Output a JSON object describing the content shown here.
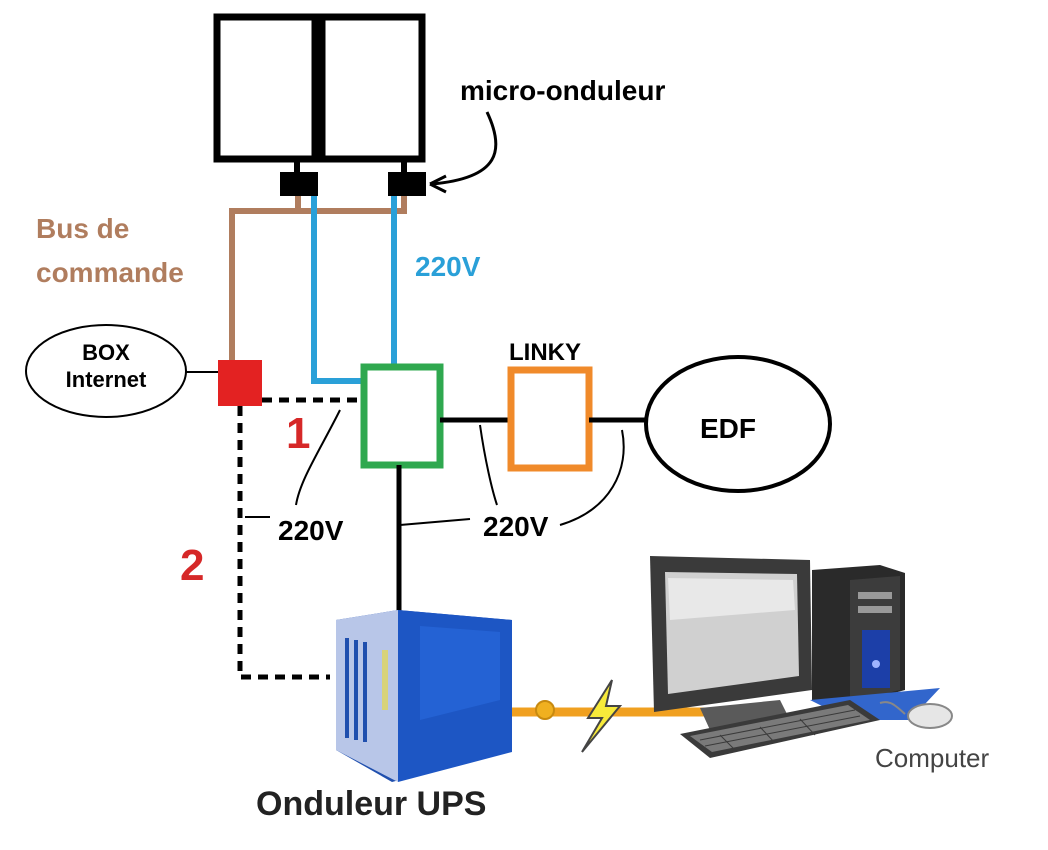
{
  "labels": {
    "micro_onduleur": "micro-onduleur",
    "bus_line1": "Bus de",
    "bus_line2": "commande",
    "v220_blue": "220V",
    "box_line1": "BOX",
    "box_line2": "Internet",
    "linky": "LINKY",
    "edf": "EDF",
    "path1": "1",
    "path2": "2",
    "v220_left": "220V",
    "v220_right": "220V",
    "ups": "Onduleur UPS",
    "computer": "Computer"
  },
  "colors": {
    "bus": "#b07d5e",
    "ac_line": "#2aa0d8",
    "control_box": "#e32222",
    "meter_panel": "#2fa84f",
    "linky_meter": "#f08a2a",
    "path_numbers": "#d62828",
    "ups_body": "#1f4fae",
    "power_cable": "#f0a020"
  }
}
